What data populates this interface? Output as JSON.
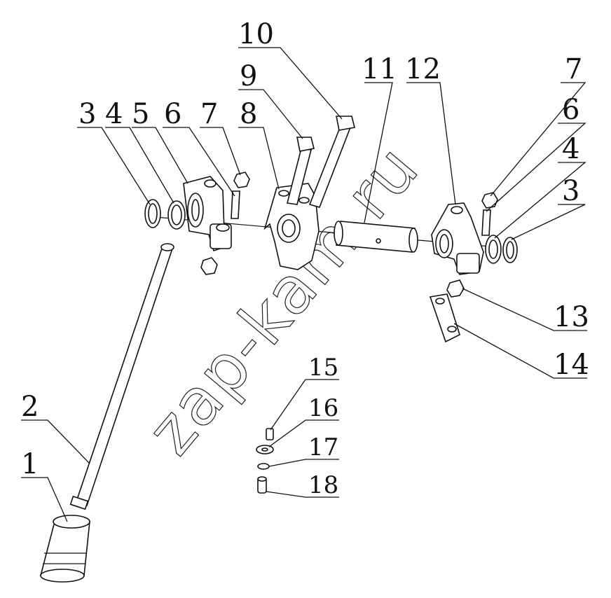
{
  "watermark": "zap-kam.ru",
  "callouts": [
    {
      "id": "c1",
      "text": "1"
    },
    {
      "id": "c2",
      "text": "2"
    },
    {
      "id": "c3a",
      "text": "3"
    },
    {
      "id": "c4a",
      "text": "4"
    },
    {
      "id": "c5",
      "text": "5"
    },
    {
      "id": "c6a",
      "text": "6"
    },
    {
      "id": "c7a",
      "text": "7"
    },
    {
      "id": "c8",
      "text": "8"
    },
    {
      "id": "c9",
      "text": "9"
    },
    {
      "id": "c10",
      "text": "10"
    },
    {
      "id": "c11",
      "text": "11"
    },
    {
      "id": "c12",
      "text": "12"
    },
    {
      "id": "c7b",
      "text": "7"
    },
    {
      "id": "c6b",
      "text": "6"
    },
    {
      "id": "c4b",
      "text": "4"
    },
    {
      "id": "c3b",
      "text": "3"
    },
    {
      "id": "c13",
      "text": "13"
    },
    {
      "id": "c14",
      "text": "14"
    },
    {
      "id": "c15",
      "text": "15"
    },
    {
      "id": "c16",
      "text": "16"
    },
    {
      "id": "c17",
      "text": "17"
    },
    {
      "id": "c18",
      "text": "18"
    }
  ]
}
